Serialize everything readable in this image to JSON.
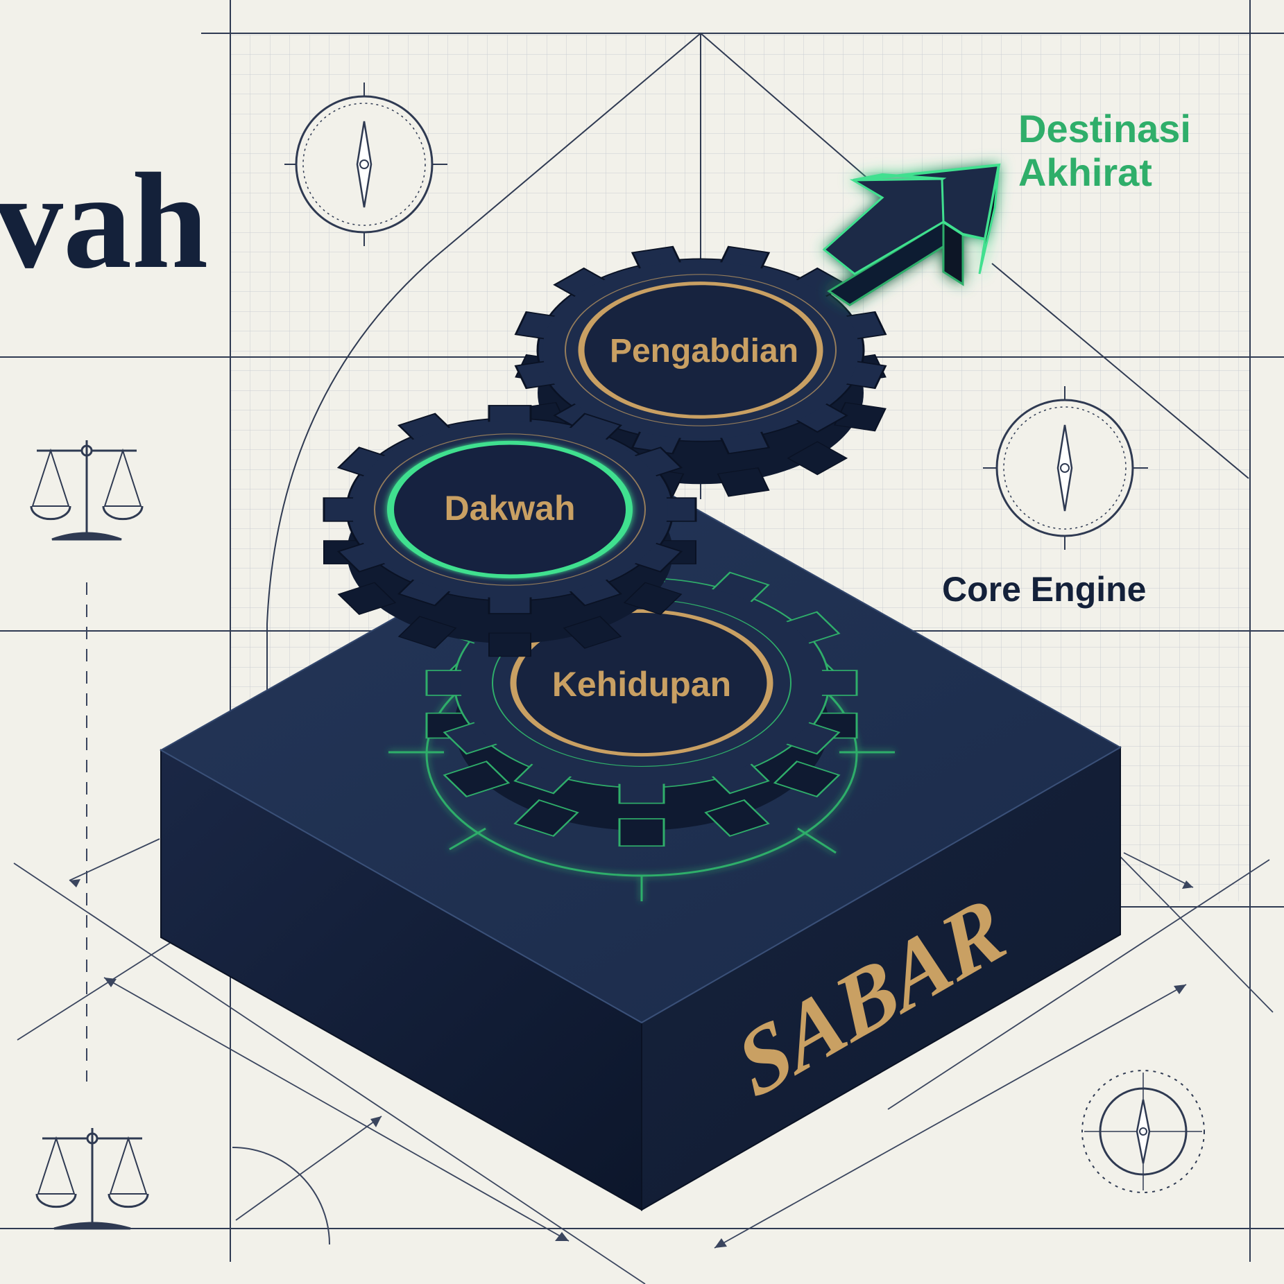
{
  "title_fragment": "vah",
  "gears": [
    {
      "id": "pengabdian",
      "label": "Pengabdian",
      "ring_color": "#c9a063"
    },
    {
      "id": "dakwah",
      "label": "Dakwah",
      "ring_color": "#3fd58a"
    },
    {
      "id": "kehidupan",
      "label": "Kehidupan",
      "ring_color": "#c9a063"
    }
  ],
  "destination": {
    "line1": "Destinasi",
    "line2": "Akhirat"
  },
  "core_label": "Core Engine",
  "base_label": "SABAR",
  "icons": [
    "compass-icon",
    "scale-icon"
  ],
  "colors": {
    "background": "#f2f1ea",
    "navy": "#1c2a47",
    "navy_dark": "#0f1b31",
    "gold": "#c9a063",
    "green": "#2fae6a",
    "green_glow": "#3fe08f",
    "line": "#2a3550"
  }
}
